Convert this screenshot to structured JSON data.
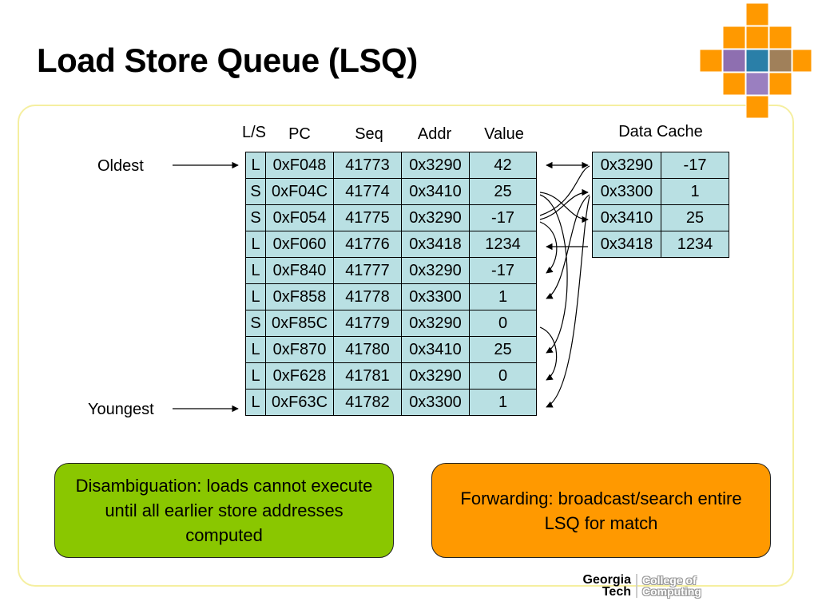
{
  "slide": {
    "title": "Load Store Queue (LSQ)"
  },
  "lsq": {
    "headers": {
      "ls": "L/S",
      "pc": "PC",
      "seq": "Seq",
      "addr": "Addr",
      "value": "Value"
    },
    "rows": [
      {
        "ls": "L",
        "pc": "0xF048",
        "seq": "41773",
        "addr": "0x3290",
        "value": "42"
      },
      {
        "ls": "S",
        "pc": "0xF04C",
        "seq": "41774",
        "addr": "0x3410",
        "value": "25"
      },
      {
        "ls": "S",
        "pc": "0xF054",
        "seq": "41775",
        "addr": "0x3290",
        "value": "-17"
      },
      {
        "ls": "L",
        "pc": "0xF060",
        "seq": "41776",
        "addr": "0x3418",
        "value": "1234"
      },
      {
        "ls": "L",
        "pc": "0xF840",
        "seq": "41777",
        "addr": "0x3290",
        "value": "-17"
      },
      {
        "ls": "L",
        "pc": "0xF858",
        "seq": "41778",
        "addr": "0x3300",
        "value": "1"
      },
      {
        "ls": "S",
        "pc": "0xF85C",
        "seq": "41779",
        "addr": "0x3290",
        "value": "0"
      },
      {
        "ls": "L",
        "pc": "0xF870",
        "seq": "41780",
        "addr": "0x3410",
        "value": "25"
      },
      {
        "ls": "L",
        "pc": "0xF628",
        "seq": "41781",
        "addr": "0x3290",
        "value": "0"
      },
      {
        "ls": "L",
        "pc": "0xF63C",
        "seq": "41782",
        "addr": "0x3300",
        "value": "1"
      }
    ],
    "oldest_label": "Oldest",
    "youngest_label": "Youngest"
  },
  "cache": {
    "title": "Data Cache",
    "rows": [
      {
        "addr": "0x3290",
        "value": "-17"
      },
      {
        "addr": "0x3300",
        "value": "1"
      },
      {
        "addr": "0x3410",
        "value": "25"
      },
      {
        "addr": "0x3418",
        "value": "1234"
      }
    ]
  },
  "notes": {
    "disambiguation": "Disambiguation: loads cannot execute until all earlier store addresses computed",
    "forwarding": "Forwarding: broadcast/search entire LSQ for match"
  },
  "logo": {
    "school_line1": "Georgia",
    "school_line2": "Tech",
    "college_line1": "College of",
    "college_line2": "Computing"
  },
  "colors": {
    "table_fill": "#b9e0e3",
    "disambiguation_fill": "#8ac700",
    "forwarding_fill": "#ff9900",
    "frame_border": "#f5efa0",
    "logo_orange": "#ff9900"
  }
}
